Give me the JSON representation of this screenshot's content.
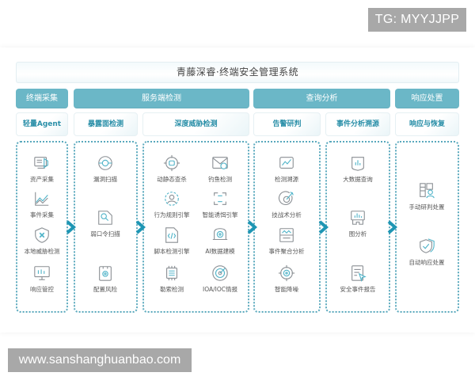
{
  "watermarks": {
    "top": "TG: MYYJJPP",
    "bottom": "www.sanshanghuanbao.com"
  },
  "title": "青藤深睿·终端安全管理系统",
  "colors": {
    "header_bg": "#6bb7c7",
    "subheader_text": "#2a8fa8",
    "border_dotted": "#5aa9bd",
    "arrow": "#1e96b4",
    "icon_stroke": "#8a8f94",
    "icon_accent": "#4fb3c8"
  },
  "headers": [
    {
      "label": "终端采集"
    },
    {
      "label": "服务端检测"
    },
    {
      "label": "查询分析"
    },
    {
      "label": "响应处置"
    }
  ],
  "subheaders": [
    {
      "label": "轻量Agent"
    },
    {
      "label": "暴露面检测"
    },
    {
      "label": "深度威胁检测"
    },
    {
      "label": "告警研判"
    },
    {
      "label": "事件分析溯源"
    },
    {
      "label": "响应与恢复"
    }
  ],
  "columns": [
    {
      "name": "轻量Agent",
      "items": [
        {
          "label": "资产采集",
          "icon": "asset-icon"
        },
        {
          "label": "事件采集",
          "icon": "chart-line-icon"
        },
        {
          "label": "本地威胁检测",
          "icon": "shield-icon"
        },
        {
          "label": "响应管控",
          "icon": "monitor-icon"
        }
      ]
    },
    {
      "name": "暴露面检测",
      "items": [
        {
          "label": "漏洞扫描",
          "icon": "scan-icon"
        },
        {
          "label": "弱口令扫描",
          "icon": "password-scan-icon"
        },
        {
          "label": "配置风险",
          "icon": "config-icon"
        }
      ]
    },
    {
      "name": "深度威胁检测",
      "items": [
        {
          "label": "动静态查杀",
          "icon": "target-icon"
        },
        {
          "label": "钓鱼检测",
          "icon": "mail-icon"
        },
        {
          "label": "行为规则引擎",
          "icon": "user-rules-icon"
        },
        {
          "label": "智能诱饵引擎",
          "icon": "bait-icon"
        },
        {
          "label": "脚本检测引擎",
          "icon": "code-icon"
        },
        {
          "label": "AI数据建模",
          "icon": "ai-icon"
        },
        {
          "label": "勒索检测",
          "icon": "chip-icon"
        },
        {
          "label": "IOA/IOC情报",
          "icon": "radar-icon"
        }
      ]
    },
    {
      "name": "告警研判",
      "items": [
        {
          "label": "检测溯源",
          "icon": "trace-icon"
        },
        {
          "label": "技战术分析",
          "icon": "tactics-icon"
        },
        {
          "label": "事件聚合分析",
          "icon": "aggregate-icon"
        },
        {
          "label": "智能降噪",
          "icon": "crosshair-icon"
        }
      ]
    },
    {
      "name": "事件分析溯源",
      "items": [
        {
          "label": "大数据查询",
          "icon": "bigdata-icon"
        },
        {
          "label": "图分析",
          "icon": "graph-icon"
        },
        {
          "label": "安全事件报告",
          "icon": "report-icon"
        }
      ]
    },
    {
      "name": "响应与恢复",
      "items": [
        {
          "label": "手动研判处置",
          "icon": "manual-icon"
        },
        {
          "label": "自动响应处置",
          "icon": "auto-shield-icon"
        }
      ]
    }
  ]
}
